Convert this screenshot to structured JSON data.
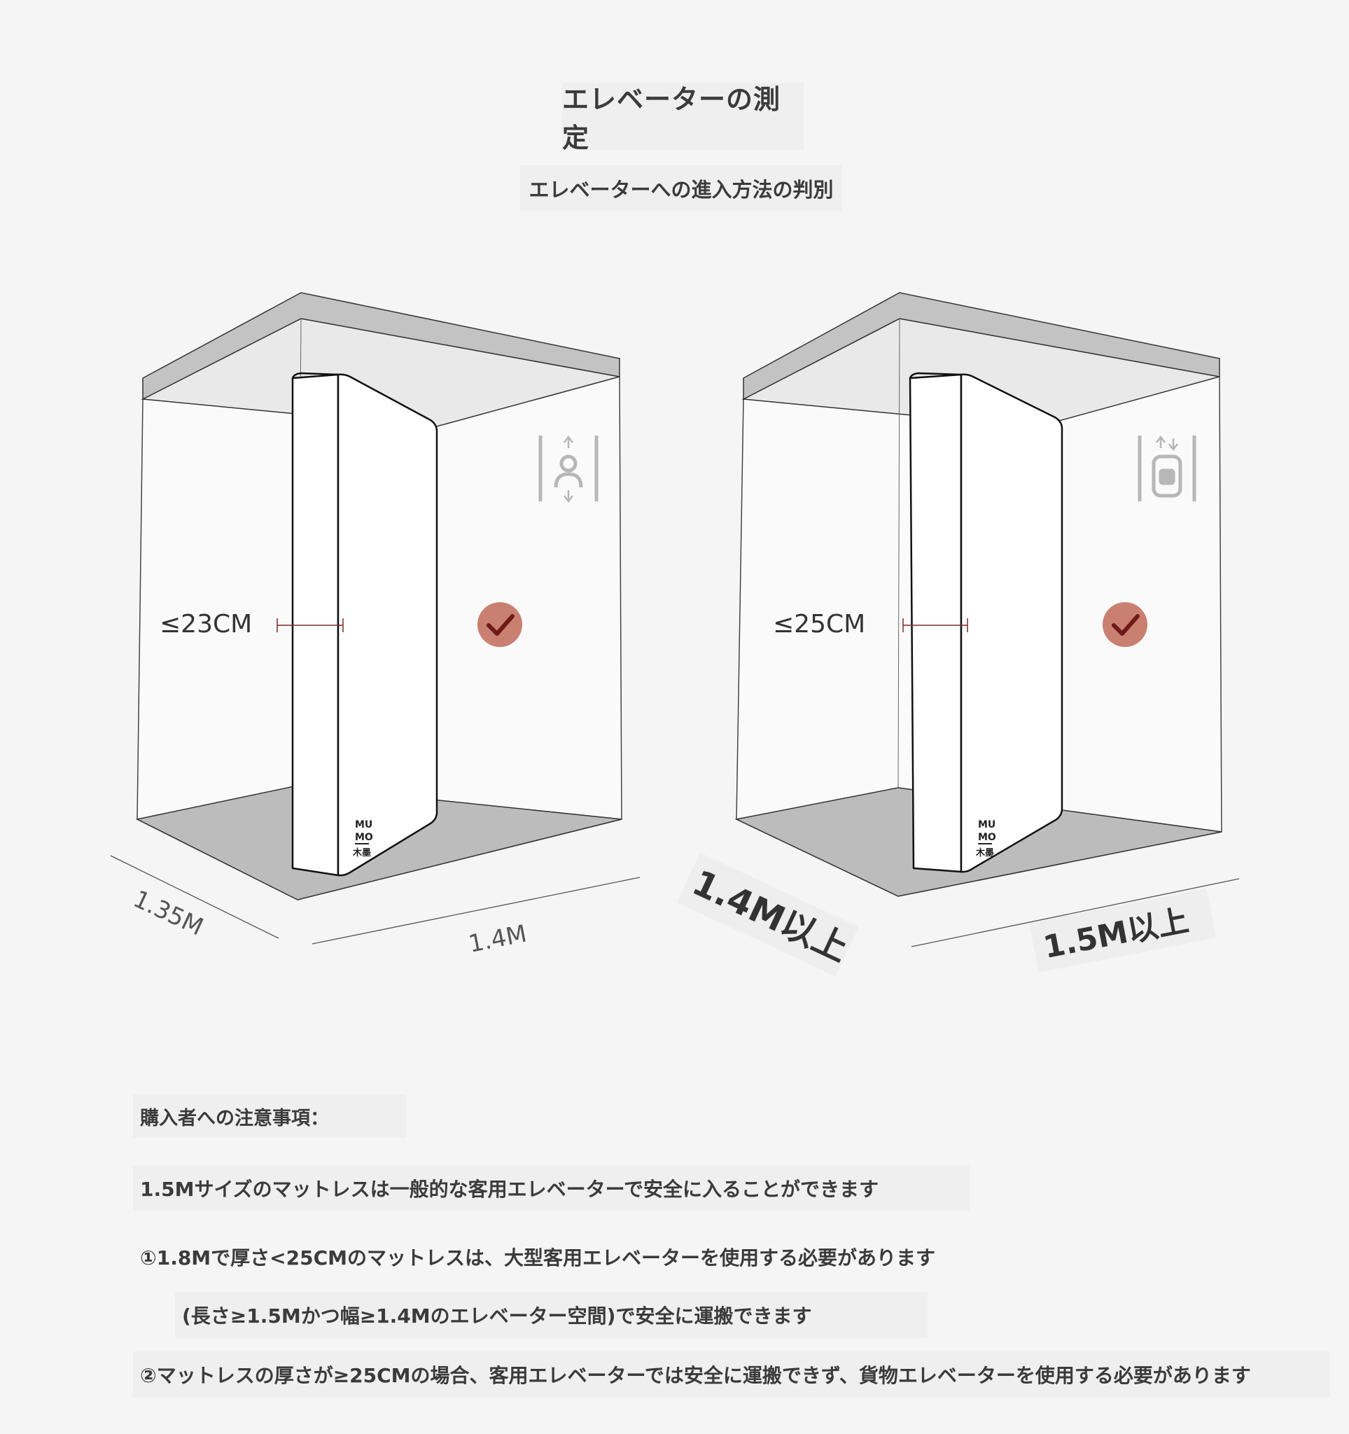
{
  "title": "エレベーターの測定",
  "subtitle": "エレベーターへの進入方法の判別",
  "colors": {
    "background": "#f5f5f5",
    "ceiling_rim": "#c3c3c3",
    "floor": "#bcbcbc",
    "check_badge": "#c98070",
    "check_mark": "#6d1a1a",
    "measure_line": "#7a2a2a",
    "text": "#3b3b3b"
  },
  "left_diagram": {
    "thickness_label": "≤23CM",
    "depth_label": "1.35M",
    "width_label": "1.4M",
    "elevator_icon": "passenger-elevator-icon",
    "status_icon": "check-icon",
    "brand_mark": [
      "MU",
      "MO",
      "木墨"
    ]
  },
  "right_diagram": {
    "thickness_label": "≤25CM",
    "depth_label": "1.4M以上",
    "width_label": "1.5M以上",
    "elevator_icon": "freight-elevator-icon",
    "status_icon": "check-icon",
    "brand_mark": [
      "MU",
      "MO",
      "木墨"
    ]
  },
  "notes": {
    "heading": "購入者への注意事項：",
    "items": [
      "1.5Mサイズのマットレスは一般的な客用エレベーターで安全に入ることができます",
      "①1.8Mで厚さ<25CMのマットレスは、大型客用エレベーターを使用する必要があります",
      "(長さ≥1.5Mかつ幅≥1.4Mのエレベーター空間)で安全に運搬できます",
      "②マットレスの厚さが≥25CMの場合、客用エレベーターでは安全に運搬できず、貨物エレベーターを使用する必要があります"
    ]
  }
}
